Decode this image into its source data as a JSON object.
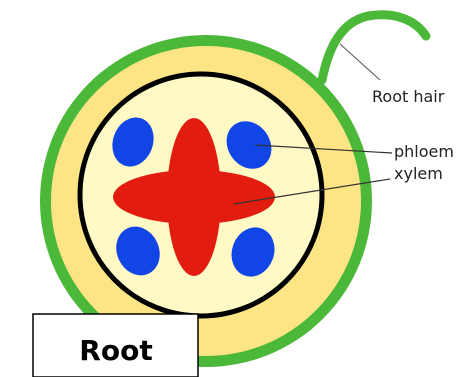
{
  "labels": {
    "root_hair": "Root hair",
    "phloem": "phloem",
    "xylem": "xylem"
  },
  "title": "Root",
  "colors": {
    "epidermis": "#4cb83a",
    "cortex": "#fde585",
    "stele": "#fff9c6",
    "endodermis": "#000000",
    "xylem": "#e21c0f",
    "phloem": "#1245e6"
  }
}
